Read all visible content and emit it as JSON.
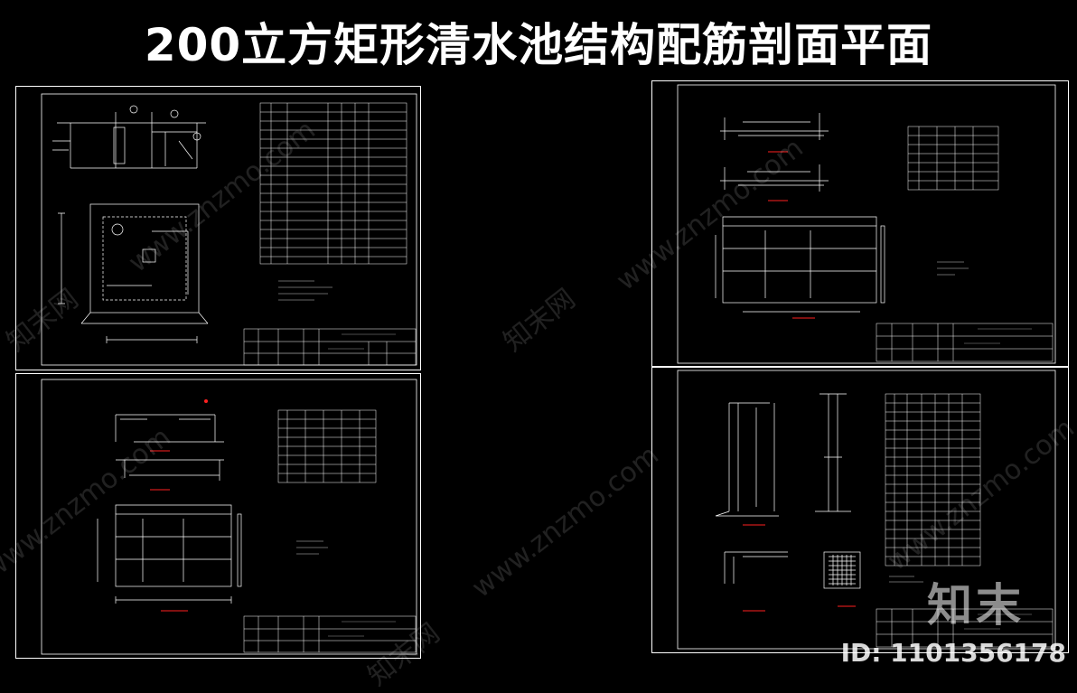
{
  "title": "200立方矩形清水池结构配筋剖面平面",
  "watermark_text": "www.znzmo.com",
  "watermark_brand": "知末网",
  "logo_text": "知末",
  "id_text": "ID: 1101356178",
  "colors": {
    "background": "#000000",
    "line": "#ffffff",
    "accent_red": "#ff2020",
    "accent_yellow": "#ffff66"
  }
}
